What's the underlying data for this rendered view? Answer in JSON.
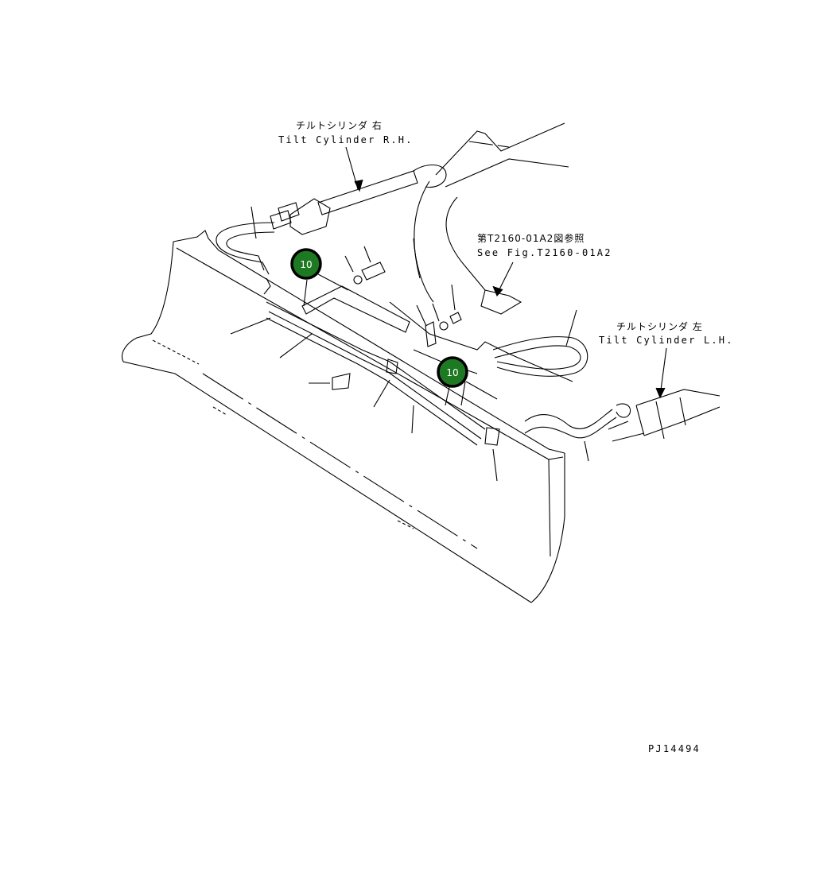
{
  "labels": {
    "tilt_rh_jp": "チルトシリンダ 右",
    "tilt_rh_en": "Tilt Cylinder R.H.",
    "see_fig_jp": "第T2160-01A2図参照",
    "see_fig_en": "See Fig.T2160-01A2",
    "tilt_lh_jp": "チルトシリンダ 左",
    "tilt_lh_en": "Tilt Cylinder L.H.",
    "drawing_no": "PJ14494"
  },
  "callouts": [
    {
      "number": "10"
    },
    {
      "number": "10"
    }
  ],
  "colors": {
    "callout_fill": "#1e7a22",
    "line": "#000000"
  }
}
